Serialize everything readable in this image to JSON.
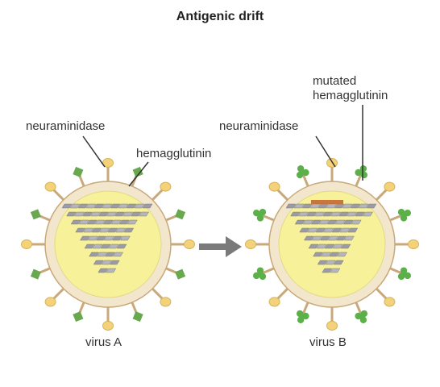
{
  "title": "Antigenic drift",
  "virus_a": {
    "caption": "virus A",
    "neuraminidase_label": "neuraminidase",
    "hemagglutinin_label": "hemagglutinin"
  },
  "virus_b": {
    "caption": "virus B",
    "neuraminidase_label": "neuraminidase",
    "mutated_label_line1": "mutated",
    "mutated_label_line2": "hemagglutinin"
  },
  "colors": {
    "envelope_outer": "#f2e6cc",
    "envelope_outline": "#c9a87a",
    "core": "#f7f19a",
    "spike_stem": "#c9a87a",
    "neuraminidase_head": "#f3d27a",
    "hemagglutinin": "#6aa84f",
    "mutated_hemagglutinin": "#5bb04a",
    "rna": "#9a9aaa",
    "rna_mutation": "#c0602b",
    "arrow": "#7a7a7a",
    "leader": "#333333"
  }
}
